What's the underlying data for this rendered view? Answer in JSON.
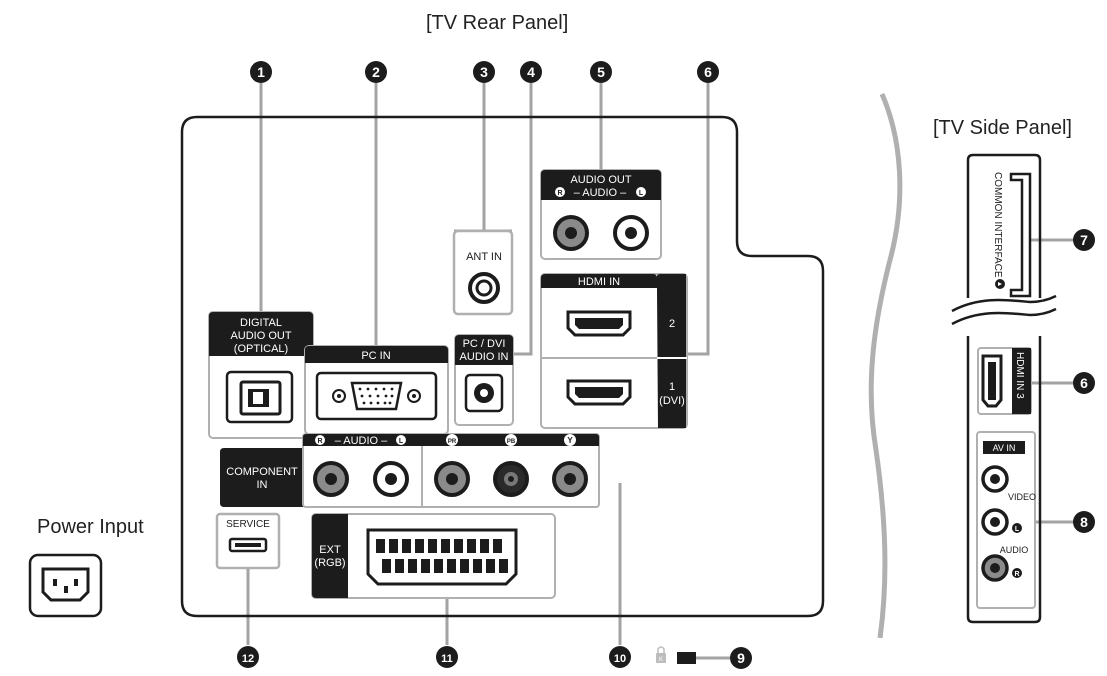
{
  "titles": {
    "rear": "[TV Rear Panel]",
    "side": "[TV Side Panel]",
    "power": "Power Input"
  },
  "callouts": [
    "1",
    "2",
    "3",
    "4",
    "5",
    "6",
    "7",
    "8",
    "9",
    "10",
    "11",
    "12"
  ],
  "rear": {
    "digital_audio": [
      "DIGITAL",
      "AUDIO OUT",
      "(OPTICAL)"
    ],
    "pc_in": "PC IN",
    "ant_in": "ANT IN",
    "pc_dvi_audio": [
      "PC / DVI",
      "AUDIO IN"
    ],
    "audio_out": "AUDIO OUT",
    "audio_rl": "– AUDIO –",
    "ch_r": "R",
    "ch_l": "L",
    "hdmi_in": "HDMI IN",
    "hdmi_2": "2",
    "hdmi_1": [
      "1",
      "(DVI)"
    ],
    "component": [
      "COMPONENT",
      "IN"
    ],
    "comp_audio": "– AUDIO –",
    "pr": "PR",
    "pb": "PB",
    "y": "Y",
    "service": "SERVICE",
    "ext": [
      "EXT",
      "(RGB)"
    ],
    "lock_k": "K"
  },
  "side": {
    "common_interface": "COMMON INTERFACE",
    "hdmi_in3": "HDMI IN 3",
    "av_in": "AV IN",
    "video": "VIDEO",
    "audio": "AUDIO",
    "ch_l": "L",
    "ch_r": "R"
  },
  "colors": {
    "ink": "#222222",
    "leader": "#a3a3a3",
    "frame": "#b0b0b0",
    "black_tab": "#1c1c1c"
  }
}
